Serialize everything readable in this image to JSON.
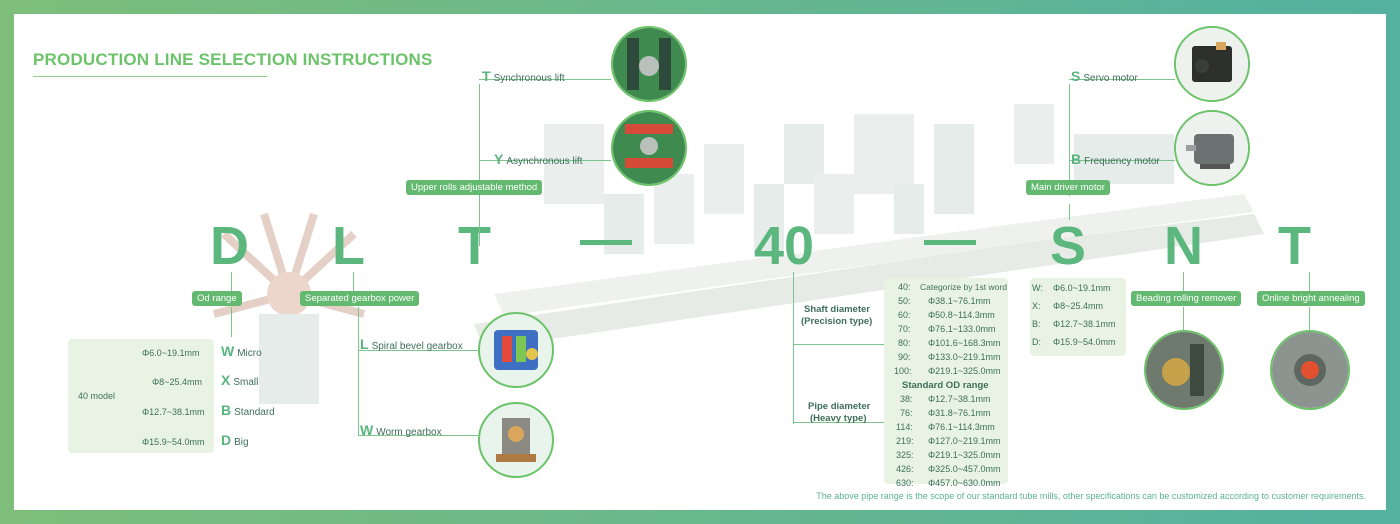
{
  "title": "PRODUCTION LINE SELECTION INSTRUCTIONS",
  "code_letters": [
    "D",
    "L",
    "T",
    "40",
    "S",
    "N",
    "T"
  ],
  "tags": {
    "od_range": "Od range",
    "separated_gearbox": "Separated gearbox power",
    "upper_rolls": "Upper rolls adjustable method",
    "main_driver": "Main driver motor",
    "beading": "Beading rolling remover",
    "annealing": "Online bright annealing"
  },
  "lift": [
    {
      "key": "T",
      "label": "Synchronous lift"
    },
    {
      "key": "Y",
      "label": "Asynchronous lift"
    }
  ],
  "motor": [
    {
      "key": "S",
      "label": "Servo motor"
    },
    {
      "key": "B",
      "label": "Frequency motor"
    }
  ],
  "gearbox": [
    {
      "key": "L",
      "label": "Spiral bevel gearbox"
    },
    {
      "key": "W",
      "label": "Worm gearbox"
    }
  ],
  "od_panel": {
    "model": "40 model",
    "rows": [
      {
        "range": "Φ6.0~19.1mm",
        "key": "W",
        "name": "Micro"
      },
      {
        "range": "Φ8~25.4mm",
        "key": "X",
        "name": "Small"
      },
      {
        "range": "Φ12.7~38.1mm",
        "key": "B",
        "name": "Standard"
      },
      {
        "range": "Φ15.9~54.0mm",
        "key": "D",
        "name": "Big"
      }
    ]
  },
  "shaft": {
    "label_line1": "Shaft diameter",
    "label_line2": "(Precision type)",
    "header": {
      "code": "40:",
      "text": "Categorize by 1st word"
    },
    "rows": [
      {
        "code": "50:",
        "range": "Φ38.1~76.1mm"
      },
      {
        "code": "60:",
        "range": "Φ50.8~114.3mm"
      },
      {
        "code": "70:",
        "range": "Φ76.1~133.0mm"
      },
      {
        "code": "80:",
        "range": "Φ101.6~168.3mm"
      },
      {
        "code": "90:",
        "range": "Φ133.0~219.1mm"
      },
      {
        "code": "100:",
        "range": "Φ219.1~325.0mm"
      }
    ]
  },
  "pipe": {
    "label_line1": "Pipe diameter",
    "label_line2": "(Heavy type)",
    "header": "Standard OD range",
    "rows": [
      {
        "code": "38:",
        "range": "Φ12.7~38.1mm"
      },
      {
        "code": "76:",
        "range": "Φ31.8~76.1mm"
      },
      {
        "code": "114:",
        "range": "Φ76.1~114.3mm"
      },
      {
        "code": "219:",
        "range": "Φ127.0~219.1mm"
      },
      {
        "code": "325:",
        "range": "Φ219.1~325.0mm"
      },
      {
        "code": "426:",
        "range": "Φ325.0~457.0mm"
      },
      {
        "code": "630:",
        "range": "Φ457.0~630.0mm"
      }
    ]
  },
  "size_panel": [
    {
      "code": "W:",
      "range": "Φ6.0~19.1mm"
    },
    {
      "code": "X:",
      "range": "Φ8~25.4mm"
    },
    {
      "code": "B:",
      "range": "Φ12.7~38.1mm"
    },
    {
      "code": "D:",
      "range": "Φ15.9~54.0mm"
    }
  ],
  "footnote": "The above pipe range is the scope of our standard tube mills, other specifications can be customized according to customer requirements."
}
